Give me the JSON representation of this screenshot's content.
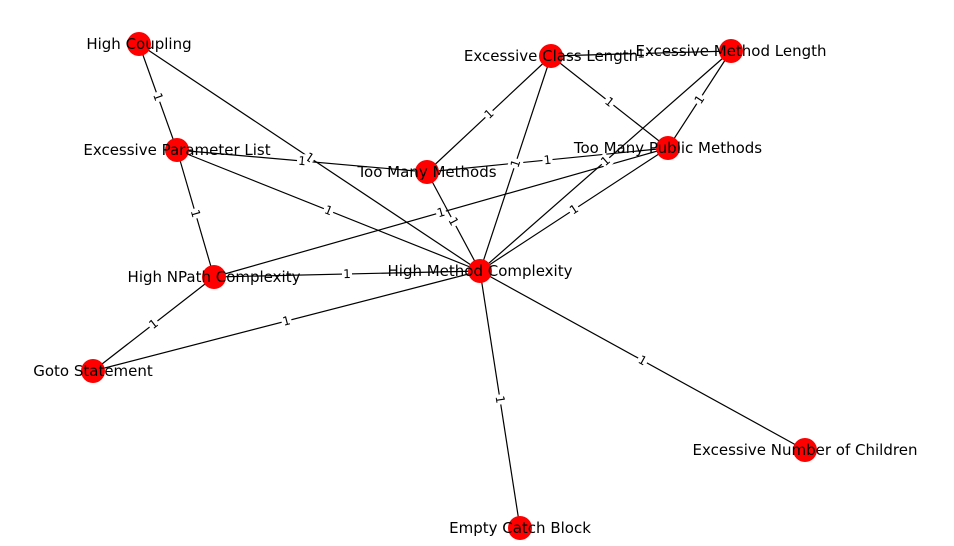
{
  "colors": {
    "node": "#ff0000",
    "edge": "#000000",
    "background": "#ffffff"
  },
  "nodes": [
    {
      "id": "high_coupling",
      "label": "High Coupling"
    },
    {
      "id": "excessive_class_length",
      "label": "Excessive Class Length"
    },
    {
      "id": "excessive_method_length",
      "label": "Excessive Method Length"
    },
    {
      "id": "excessive_parameter_list",
      "label": "Excessive Parameter List"
    },
    {
      "id": "too_many_public_methods",
      "label": "Too Many Public Methods"
    },
    {
      "id": "too_many_methods",
      "label": "Too Many Methods"
    },
    {
      "id": "high_npath_complexity",
      "label": "High NPath Complexity"
    },
    {
      "id": "high_method_complexity",
      "label": "High Method Complexity"
    },
    {
      "id": "goto_statement",
      "label": "Goto Statement"
    },
    {
      "id": "excessive_number_of_children",
      "label": "Excessive Number of Children"
    },
    {
      "id": "empty_catch_block",
      "label": "Empty Catch Block"
    }
  ],
  "edges": [
    {
      "source": "high_coupling",
      "target": "excessive_parameter_list",
      "label": "1"
    },
    {
      "source": "high_coupling",
      "target": "high_method_complexity",
      "label": "1"
    },
    {
      "source": "excessive_class_length",
      "target": "excessive_method_length",
      "label": "1"
    },
    {
      "source": "excessive_class_length",
      "target": "too_many_methods",
      "label": "1"
    },
    {
      "source": "excessive_class_length",
      "target": "too_many_public_methods",
      "label": "1"
    },
    {
      "source": "excessive_class_length",
      "target": "high_method_complexity",
      "label": "1"
    },
    {
      "source": "excessive_method_length",
      "target": "too_many_public_methods",
      "label": "1"
    },
    {
      "source": "excessive_method_length",
      "target": "high_method_complexity",
      "label": "1"
    },
    {
      "source": "excessive_parameter_list",
      "target": "too_many_methods",
      "label": "1"
    },
    {
      "source": "excessive_parameter_list",
      "target": "high_npath_complexity",
      "label": "1"
    },
    {
      "source": "excessive_parameter_list",
      "target": "high_method_complexity",
      "label": "1"
    },
    {
      "source": "too_many_methods",
      "target": "too_many_public_methods",
      "label": "1"
    },
    {
      "source": "too_many_methods",
      "target": "high_method_complexity",
      "label": "1"
    },
    {
      "source": "too_many_public_methods",
      "target": "high_npath_complexity",
      "label": "1"
    },
    {
      "source": "too_many_public_methods",
      "target": "high_method_complexity",
      "label": "1"
    },
    {
      "source": "high_npath_complexity",
      "target": "high_method_complexity",
      "label": "1"
    },
    {
      "source": "high_npath_complexity",
      "target": "goto_statement",
      "label": "1"
    },
    {
      "source": "high_method_complexity",
      "target": "goto_statement",
      "label": "1"
    },
    {
      "source": "high_method_complexity",
      "target": "excessive_number_of_children",
      "label": "1"
    },
    {
      "source": "high_method_complexity",
      "target": "empty_catch_block",
      "label": "1"
    }
  ]
}
